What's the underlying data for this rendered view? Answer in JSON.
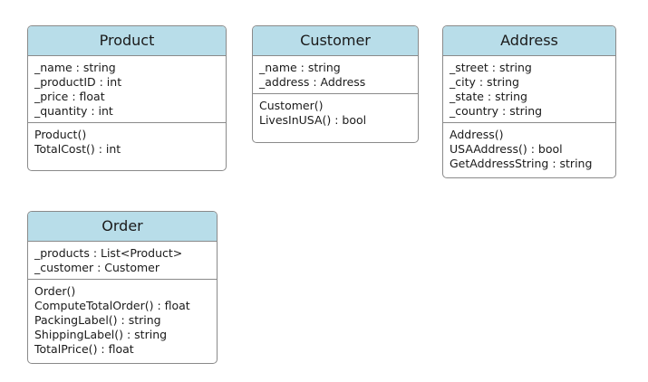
{
  "classes": [
    {
      "id": "class-product",
      "name": "Product",
      "attributes": [
        "_name : string",
        "_productID : int",
        "_price : float",
        "_quantity : int"
      ],
      "methods": [
        "Product()",
        "TotalCost() : int"
      ]
    },
    {
      "id": "class-customer",
      "name": "Customer",
      "attributes": [
        "_name : string",
        "_address : Address"
      ],
      "methods": [
        "Customer()",
        "LivesInUSA() : bool"
      ]
    },
    {
      "id": "class-address",
      "name": "Address",
      "attributes": [
        "_street : string",
        "_city : string",
        "_state : string",
        "_country : string"
      ],
      "methods": [
        "Address()",
        "USAAddress() : bool",
        "GetAddressString : string"
      ]
    },
    {
      "id": "class-order",
      "name": "Order",
      "attributes": [
        "_products : List<Product>",
        "_customer : Customer"
      ],
      "methods": [
        "Order()",
        "ComputeTotalOrder() : float",
        "PackingLabel() : string",
        "ShippingLabel() : string",
        "TotalPrice() : float"
      ]
    }
  ],
  "colors": {
    "header_background": "#b8dde9",
    "border": "#8a8a8a",
    "text": "#1a1a1a"
  }
}
